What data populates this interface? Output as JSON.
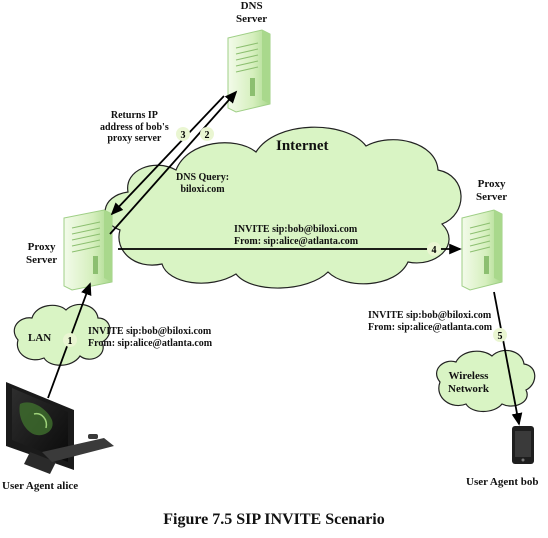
{
  "labels": {
    "dns_server": "DNS\nServer",
    "proxy_server_left": "Proxy\nServer",
    "proxy_server_right": "Proxy\nServer",
    "internet": "Internet",
    "lan": "LAN",
    "wireless_network": "Wireless\nNetwork",
    "returns_ip": "Returns IP\naddress of bob's\nproxy server",
    "dns_query": "DNS Query:\nbiloxi.com",
    "invite_center": "INVITE sip:bob@biloxi.com\nFrom: sip:alice@atlanta.com",
    "invite_lan": "INVITE sip:bob@biloxi.com\nFrom: sip:alice@atlanta.com",
    "invite_right": "INVITE sip:bob@biloxi.com\nFrom: sip:alice@atlanta.com",
    "user_agent_alice": "User Agent alice",
    "user_agent_bob": "User Agent bob"
  },
  "steps": [
    "1",
    "2",
    "3",
    "4",
    "5"
  ],
  "caption": "Figure 7.5   SIP INVITE Scenario",
  "colors": {
    "cloud_fill": "#d9f4c4",
    "cloud_stroke": "#222222",
    "server_body": "#d8f0c0",
    "server_edge": "#9fcf86",
    "step_badge": "#eaf6d2",
    "arrow": "#000000"
  }
}
